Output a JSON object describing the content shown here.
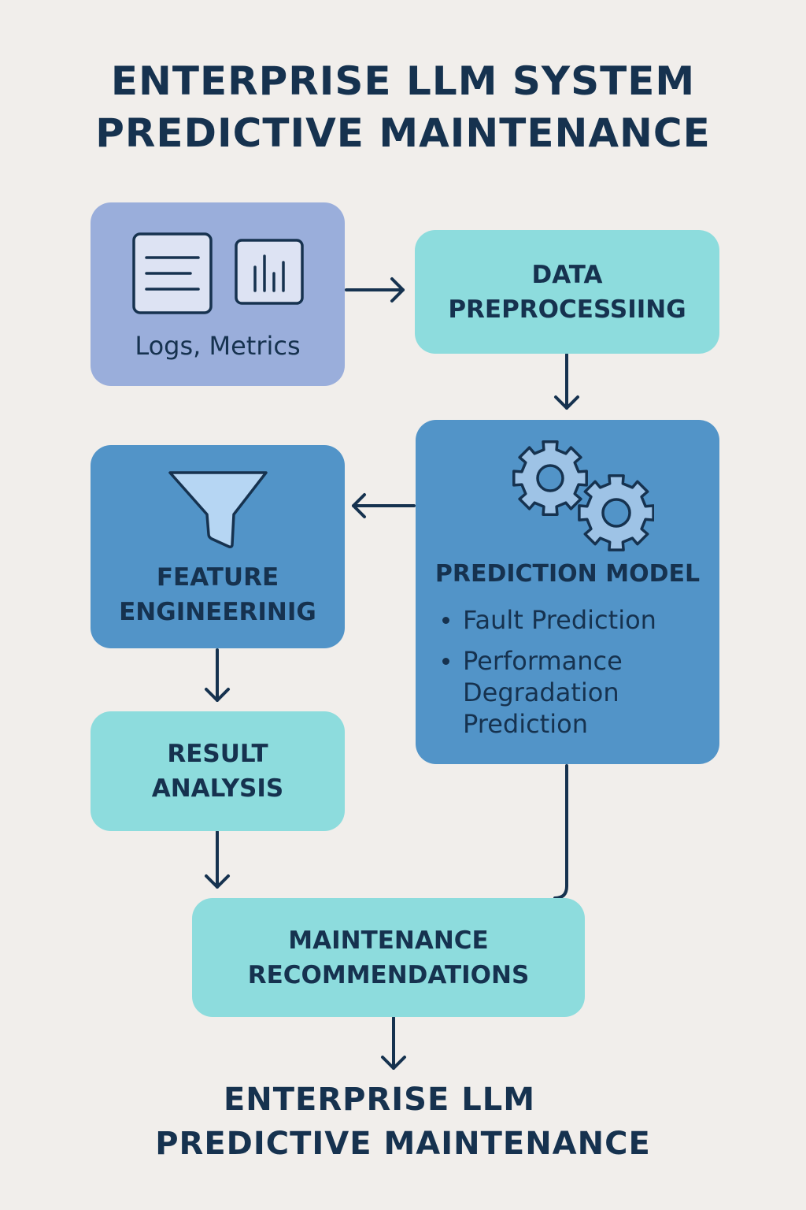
{
  "colors": {
    "background": "#f1eeeb",
    "text": "#16324f",
    "lavender": "#9aaedb",
    "teal": "#8ddcdd",
    "blue": "#5294c8",
    "icon_fill": "#dde3f3",
    "gear_fill": "#9ec3e6",
    "funnel_fill": "#b6d6f3"
  },
  "title": {
    "line1": "ENTERPRISE LLM SYSTEM",
    "line2": "PREDICTIVE MAINTENANCE"
  },
  "nodes": {
    "input": {
      "label": "Logs, Metrics",
      "icons": [
        "document-icon",
        "bar-chart-icon"
      ]
    },
    "preprocessing": {
      "line1": "DATA",
      "line2": "PREPROCESSIING"
    },
    "model": {
      "title": "PREDICTION MODEL",
      "icon": "gears-icon",
      "bullet1": "Fault Prediction",
      "bullet2": "Performance Degradation Prediction"
    },
    "feature": {
      "icon": "funnel-icon",
      "line1": "FEATURE",
      "line2": "ENGINEERINIG"
    },
    "result": {
      "line1": "RESULT",
      "line2": "ANALYSIS"
    },
    "recommendations": {
      "line1": "MAINTENANCE",
      "line2": "RECOMMENDATIONS"
    }
  },
  "footer": {
    "line1": "ENTERPRISE LLM",
    "line2": "PREDICTIVE MAINTENANCE"
  }
}
